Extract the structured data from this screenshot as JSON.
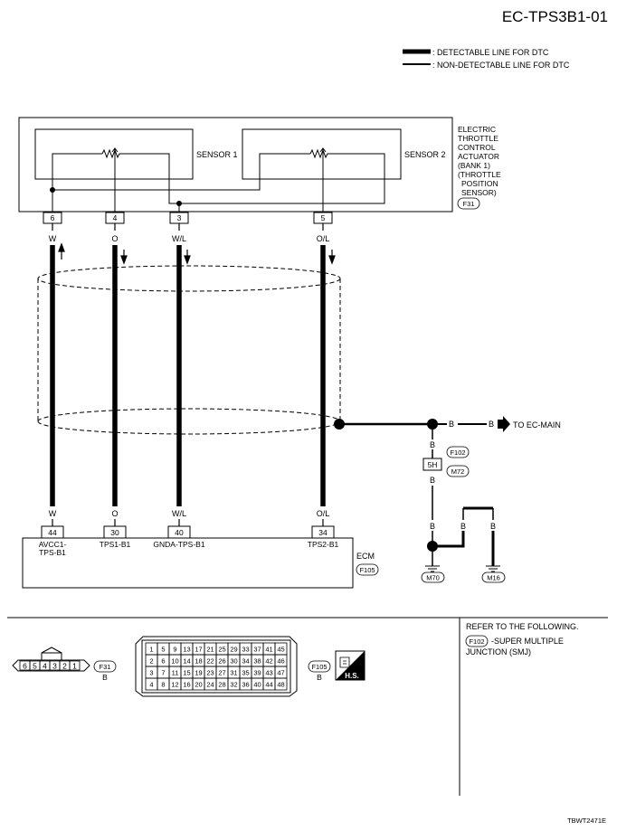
{
  "diagram_id": "EC-TPS3B1-01",
  "legend": {
    "detectable": ": DETECTABLE LINE FOR DTC",
    "non_detectable": ": NON-DETECTABLE LINE FOR DTC"
  },
  "actuator": {
    "label": [
      "ELECTRIC",
      "THROTTLE",
      "CONTROL",
      "ACTUATOR",
      "(BANK 1)",
      "(THROTTLE",
      "POSITION",
      "SENSOR)"
    ],
    "connector": "F31",
    "sensor1": "SENSOR 1",
    "sensor2": "SENSOR 2",
    "pins": [
      "6",
      "4",
      "3",
      "5"
    ]
  },
  "wires": {
    "top_colors": [
      "W",
      "O",
      "W/L",
      "O/L"
    ],
    "bottom_colors": [
      "W",
      "O",
      "W/L",
      "O/L"
    ]
  },
  "ecm": {
    "label": "ECM",
    "connector": "F105",
    "pins": [
      "44",
      "30",
      "40",
      "34"
    ],
    "terminal_names": [
      [
        "AVCC1-",
        "TPS-B1"
      ],
      [
        "TPS1-B1"
      ],
      [
        "GNDA-TPS-B1"
      ],
      [
        "TPS2-B1"
      ]
    ]
  },
  "shield": {
    "color": "B",
    "to_label": "TO EC-MAIN",
    "junction_pin": "5H",
    "junction_top": "F102",
    "junction_bottom": "M72",
    "lower_colors": [
      "B",
      "B",
      "B",
      "B"
    ],
    "grounds": [
      "M70",
      "M16"
    ]
  },
  "connector_views": {
    "f31_pins": [
      "6",
      "5",
      "4",
      "3",
      "2",
      "1"
    ],
    "f31_label": "F31",
    "f31_color": "B",
    "f105_rows": [
      [
        "1",
        "5",
        "9",
        "13",
        "17",
        "21",
        "25",
        "29",
        "33",
        "37",
        "41",
        "45"
      ],
      [
        "2",
        "6",
        "10",
        "14",
        "18",
        "22",
        "26",
        "30",
        "34",
        "38",
        "42",
        "46"
      ],
      [
        "3",
        "7",
        "11",
        "15",
        "19",
        "23",
        "27",
        "31",
        "35",
        "39",
        "43",
        "47"
      ],
      [
        "4",
        "8",
        "12",
        "16",
        "20",
        "24",
        "28",
        "32",
        "36",
        "40",
        "44",
        "48"
      ]
    ],
    "f105_label": "F105",
    "f105_color": "B",
    "hs_label": "H.S."
  },
  "refer": {
    "heading": "REFER TO THE FOLLOWING.",
    "ref_connector": "F102",
    "ref_text_1": "-SUPER MULTIPLE",
    "ref_text_2": "JUNCTION (SMJ)"
  },
  "footer_code": "TBWT2471E"
}
